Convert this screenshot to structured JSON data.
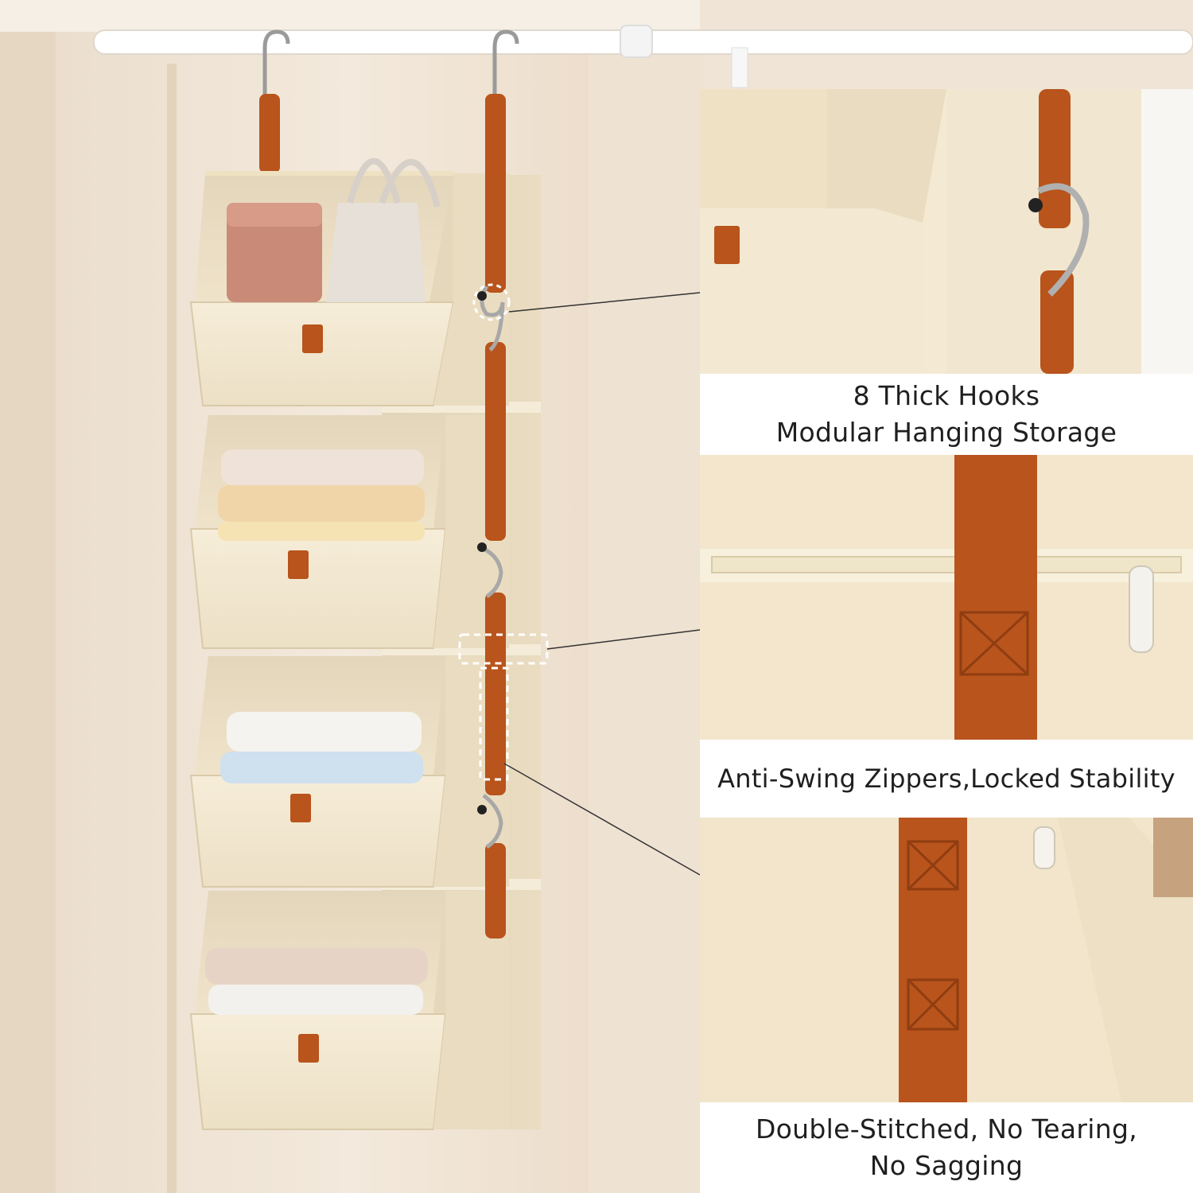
{
  "features": [
    {
      "lines": [
        "8 Thick Hooks",
        "Modular Hanging Storage"
      ]
    },
    {
      "lines": [
        "Anti-Swing Zippers,Locked Stability"
      ]
    },
    {
      "lines": [
        "Double-Stitched, No Tearing,",
        "No Sagging"
      ]
    }
  ],
  "colors": {
    "wall": "#efe4d6",
    "fabric": "#f2e7d0",
    "fabric_shadow": "#e3d4b8",
    "strap": "#b8541c",
    "rod": "#ffffff",
    "caption_bg": "#ffffff",
    "caption_text": "#1f1f1f"
  },
  "icons": [
    "hook-icon",
    "zipper-icon",
    "strap-icon"
  ]
}
